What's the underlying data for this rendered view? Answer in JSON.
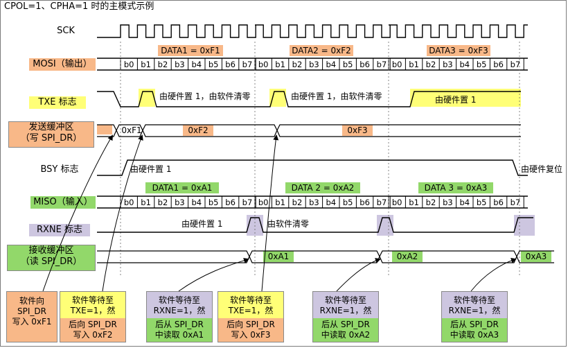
{
  "title": "CPOL=1、CPHA=1 时的主模式示例",
  "signals": {
    "sck": "SCK",
    "mosi": "MOSI（输出）",
    "txe": "TXE 标志",
    "tx_buffer": [
      "发送缓冲区",
      "（写 SPI_DR）"
    ],
    "bsy": "BSY 标志",
    "miso": "MISO（输入）",
    "rxne": "RXNE 标志",
    "rx_buffer": [
      "接收缓冲区",
      "（读 SPI_DR）"
    ]
  },
  "bits": [
    "b0",
    "b1",
    "b2",
    "b3",
    "b4",
    "b5",
    "b6",
    "b7"
  ],
  "mosi_data": [
    "DATA1 = 0xF1",
    "DATA2 = 0xF2",
    "DATA3 = 0xF3"
  ],
  "miso_data": [
    "DATA1 = 0xA1",
    "DATA 2 = 0xA2",
    "DATA 3 = 0xA3"
  ],
  "tx_values": [
    "0xF1",
    "0xF2",
    "0xF3"
  ],
  "rx_values": [
    "0xA1",
    "0xA2",
    "0xA3"
  ],
  "annotations": {
    "txe_set_clear_1": "由硬件置 1，由软件清零",
    "txe_set_clear_2": "由硬件置 1，由软件清零",
    "txe_set_3": "由硬件置 1",
    "bsy_set": "由硬件置 1",
    "bsy_reset": "由硬件复位",
    "rxne_set": "由硬件置 1",
    "rxne_clear": "由软件清零"
  },
  "steps": [
    {
      "top": [
        "软件向",
        "SPI_DR"
      ],
      "bottom": [
        "写入 0xF1"
      ]
    },
    {
      "top": [
        "软件等待至",
        "TXE=1，然"
      ],
      "bottom": [
        "后向 SPI_DR",
        "写入 0xF2"
      ]
    },
    {
      "top": [
        "软件等待至",
        "RXNE=1，然"
      ],
      "bottom": [
        "后从 SPI_DR",
        "中读取 0xA1"
      ]
    },
    {
      "top": [
        "软件等待至",
        "TXE=1，然"
      ],
      "bottom": [
        "后向 SPI_DR",
        "写入 0xF3"
      ]
    },
    {
      "top": [
        "软件等待至",
        "RXNE=1，然"
      ],
      "bottom": [
        "后从 SPI_DR",
        "中读取 0xA2"
      ]
    },
    {
      "top": [
        "软件等待至",
        "RXNE=1，然"
      ],
      "bottom": [
        "后从 SPI_DR",
        "中读取 0xA3"
      ]
    }
  ],
  "colors": {
    "orange": "#f8b888",
    "yellow": "#ffff77",
    "green": "#92d86a",
    "purple": "#cdc6e0",
    "line": "#000000"
  }
}
